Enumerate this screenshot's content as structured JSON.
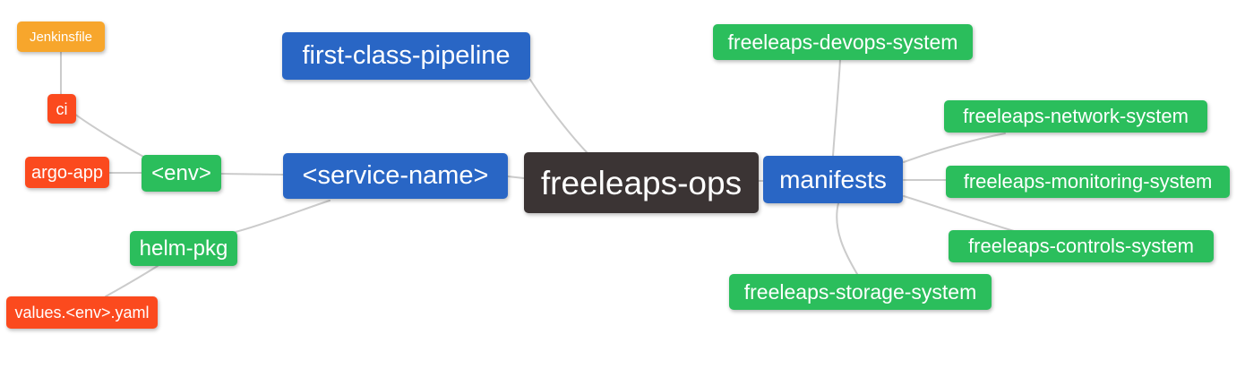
{
  "diagram": {
    "type": "mindmap",
    "root": "freeleaps-ops"
  },
  "palette": {
    "blue": "#2966c5",
    "green": "#2bbe5c",
    "orange": "#f7a62c",
    "red": "#fb4a1e",
    "dark": "#3b3434",
    "edge": "#cbcbcb",
    "text": "#ffffff"
  },
  "nodes": {
    "jenkinsfile": {
      "label": "Jenkinsfile",
      "color": "orange"
    },
    "ci": {
      "label": "ci",
      "color": "red"
    },
    "argo_app": {
      "label": "argo-app",
      "color": "red"
    },
    "env": {
      "label": "<env>",
      "color": "green"
    },
    "helm_pkg": {
      "label": "helm-pkg",
      "color": "green"
    },
    "values_yaml": {
      "label": "values.<env>.yaml",
      "color": "red"
    },
    "first_class_pipeline": {
      "label": "first-class-pipeline",
      "color": "blue"
    },
    "service_name": {
      "label": "<service-name>",
      "color": "blue"
    },
    "freeleaps_ops": {
      "label": "freeleaps-ops",
      "color": "dark"
    },
    "manifests": {
      "label": "manifests",
      "color": "blue"
    },
    "devops_system": {
      "label": "freeleaps-devops-system",
      "color": "green"
    },
    "network_system": {
      "label": "freeleaps-network-system",
      "color": "green"
    },
    "monitoring_system": {
      "label": "freeleaps-monitoring-system",
      "color": "green"
    },
    "controls_system": {
      "label": "freeleaps-controls-system",
      "color": "green"
    },
    "storage_system": {
      "label": "freeleaps-storage-system",
      "color": "green"
    }
  },
  "edges": [
    {
      "from": "Jenkinsfile",
      "to": "ci"
    },
    {
      "from": "ci",
      "to": "<env>"
    },
    {
      "from": "argo-app",
      "to": "<env>"
    },
    {
      "from": "<env>",
      "to": "<service-name>"
    },
    {
      "from": "helm-pkg",
      "to": "<service-name>"
    },
    {
      "from": "values.<env>.yaml",
      "to": "helm-pkg"
    },
    {
      "from": "first-class-pipeline",
      "to": "freeleaps-ops"
    },
    {
      "from": "<service-name>",
      "to": "freeleaps-ops"
    },
    {
      "from": "freeleaps-ops",
      "to": "manifests"
    },
    {
      "from": "manifests",
      "to": "freeleaps-devops-system"
    },
    {
      "from": "manifests",
      "to": "freeleaps-network-system"
    },
    {
      "from": "manifests",
      "to": "freeleaps-monitoring-system"
    },
    {
      "from": "manifests",
      "to": "freeleaps-controls-system"
    },
    {
      "from": "manifests",
      "to": "freeleaps-storage-system"
    }
  ]
}
